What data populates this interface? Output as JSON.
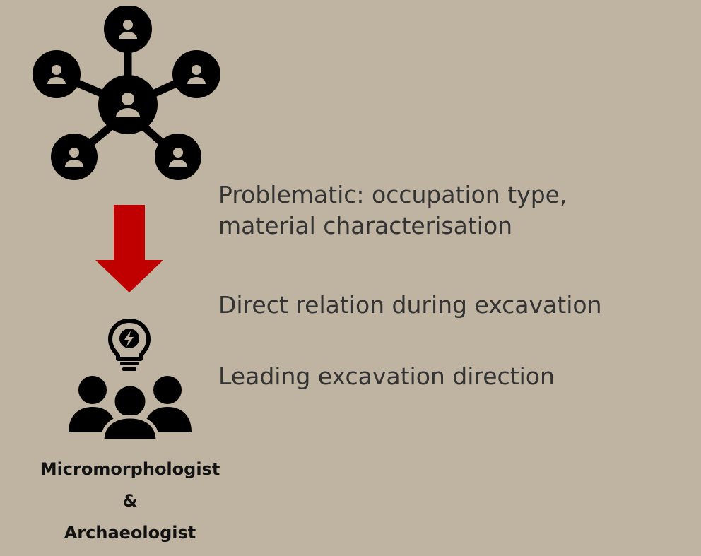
{
  "colors": {
    "background": "#BFB3A1",
    "icon": "#000000",
    "arrow": "#C00000",
    "text": "#333333"
  },
  "icons": {
    "network": "people-network-icon",
    "arrow": "down-arrow-icon",
    "idea": "lightbulb-icon",
    "team": "people-group-icon"
  },
  "points": [
    "Problematic: occupation type,\nmaterial characterisation",
    "Direct relation during excavation",
    "Leading excavation direction"
  ],
  "roles": {
    "first": "Micromorphologist",
    "joiner": "&",
    "second": "Archaeologist"
  }
}
